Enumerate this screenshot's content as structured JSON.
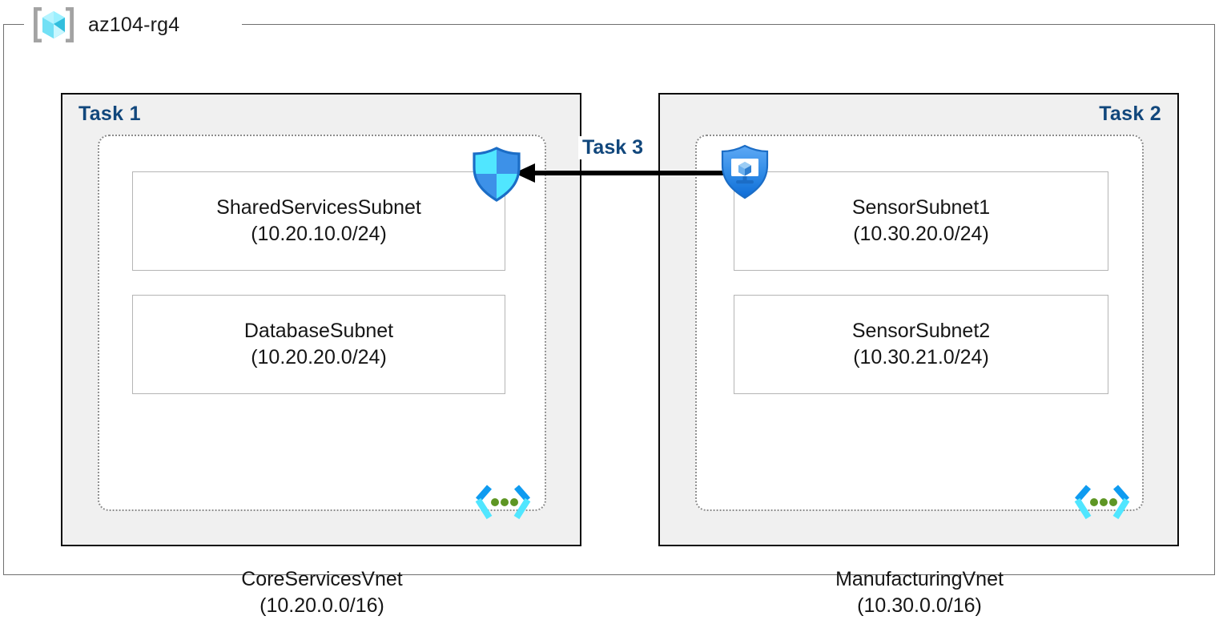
{
  "resource_group": {
    "name": "az104-rg4",
    "icon": "resource-group-cube-icon"
  },
  "tasks": [
    {
      "label": "Task 1",
      "align": "left",
      "vnet": {
        "name": "CoreServicesVnet",
        "cidr": "(10.20.0.0/16)",
        "icon": "virtual-network-icon",
        "subnets": [
          {
            "name": "SharedServicesSubnet",
            "cidr": "(10.20.10.0/24)"
          },
          {
            "name": "DatabaseSubnet",
            "cidr": "(10.20.20.0/24)"
          }
        ]
      }
    },
    {
      "label": "Task 2",
      "align": "right",
      "vnet": {
        "name": "ManufacturingVnet",
        "cidr": "(10.30.0.0/16)",
        "icon": "virtual-network-icon",
        "subnets": [
          {
            "name": "SensorSubnet1",
            "cidr": "(10.30.20.0/24)"
          },
          {
            "name": "SensorSubnet2",
            "cidr": "(10.30.21.0/24)"
          }
        ]
      }
    }
  ],
  "connection": {
    "label": "Task 3",
    "direction": "right-to-left",
    "source_icon": "defender-shield-icon",
    "target_icon": "network-security-group-shield-icon"
  },
  "colors": {
    "task_label": "#11477c",
    "task_fill": "#f0f0f0",
    "task_border": "#0a0a0a",
    "vnet_border": "#8c8c8c",
    "subnet_border": "#b5b5b5",
    "rg_border": "#6f6f6f",
    "arrow": "#000000",
    "azure_blue": "#0078d4",
    "azure_cyan": "#50e6ff",
    "vnet_dot_green": "#5e9624",
    "text": "#161616"
  }
}
